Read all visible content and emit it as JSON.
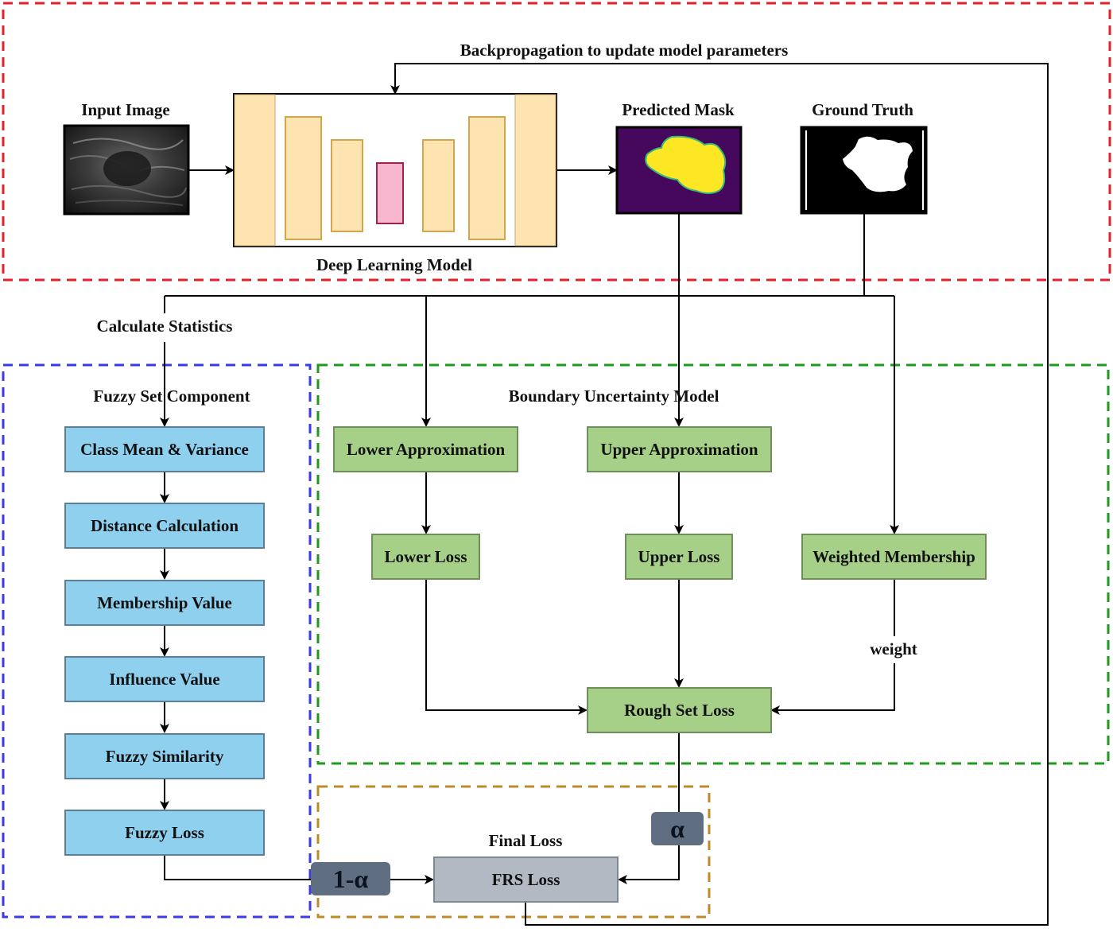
{
  "top": {
    "feedback_label": "Backpropagation to update model parameters",
    "input_label": "Input Image",
    "model_label": "Deep Learning Model",
    "pred_label": "Predicted Mask",
    "gt_label": "Ground Truth",
    "stats_label": "Calculate Statistics"
  },
  "fuzzy": {
    "title": "Fuzzy Set Component",
    "steps": [
      "Class Mean & Variance",
      "Distance Calculation",
      "Membership Value",
      "Influence Value",
      "Fuzzy Similarity",
      "Fuzzy Loss"
    ]
  },
  "boundary": {
    "title": "Boundary Uncertainty Model",
    "lower_approx": "Lower Approximation",
    "upper_approx": "Upper Approximation",
    "lower_loss": "Lower Loss",
    "upper_loss": "Upper Loss",
    "weighted": "Weighted Membership",
    "weight_label": "weight",
    "rough": "Rough Set Loss"
  },
  "final": {
    "title": "Final Loss",
    "frs": "FRS Loss",
    "alpha": "α",
    "one_minus_alpha": "1-α"
  },
  "colors": {
    "top_frame": "#e0202a",
    "fuzzy_frame": "#3a3ae6",
    "boundary_frame": "#1e9a1e",
    "final_frame": "#c08a2a",
    "fuzzy_box": "#8fd0ef",
    "boundary_box": "#a6cf88",
    "final_box": "#b2b9c3",
    "model_block": "#fde4b0",
    "bottleneck": "#f8b6cf",
    "mask_bg": "#46085c",
    "mask_fg": "#fde725"
  }
}
